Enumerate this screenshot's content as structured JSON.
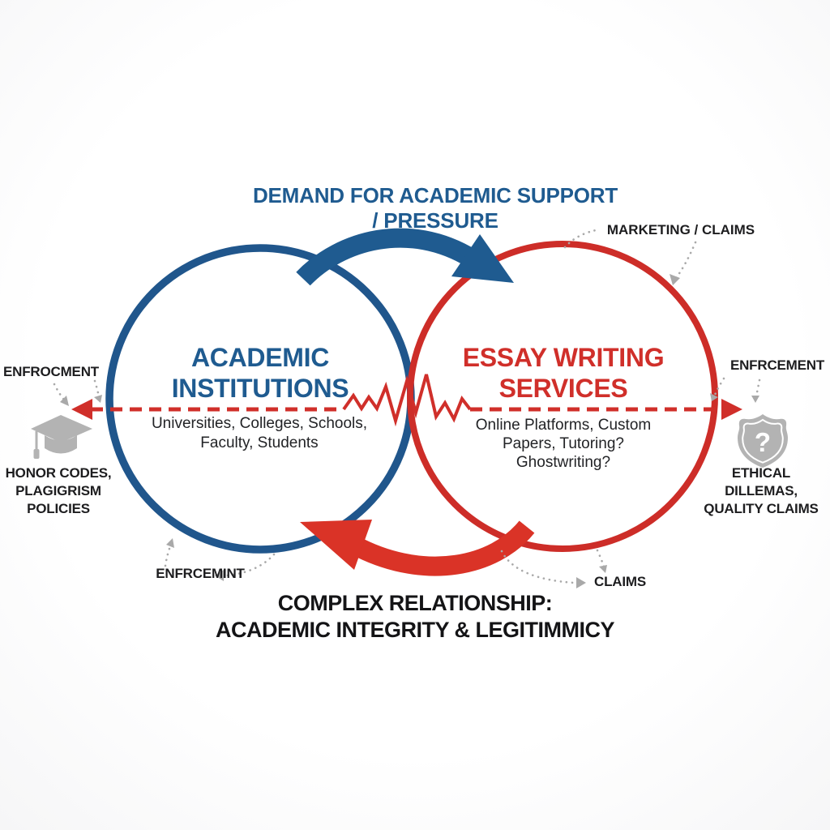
{
  "title_top": {
    "line1": "DEMAND FOR ACADEMIC SUPPORT",
    "line2": "/ PRESSURE"
  },
  "labels": {
    "marketing": "MARKETING / CLAIMS",
    "enforcement_left": "ENFROCMENT",
    "enforcement_right": "ENFRCEMENT",
    "enforcement_bottom": "ENFRCEMINT",
    "claims_bottom": "CLAIMS"
  },
  "left_circle": {
    "title1": "ACADEMIC",
    "title2": "INSTITUTIONS",
    "sub1": "Universities, Colleges, Schools,",
    "sub2": "Faculty, Students"
  },
  "right_circle": {
    "title1": "ESSAY WRITING",
    "title2": "SERVICES",
    "sub1": "Online Platforms, Custom",
    "sub2": "Papers, Tutoring?",
    "sub3": "Ghostwriting?"
  },
  "left_caption": {
    "line1": "HONOR CODES,",
    "line2": "PLAGIGRISM",
    "line3": "POLICIES"
  },
  "right_caption": {
    "line1": "ETHICAL",
    "line2": "DILLEMAS,",
    "line3": "QUALITY CLAIMS"
  },
  "bottom_title": {
    "line1": "COMPLEX RELATIONSHIP:",
    "line2": "ACADEMIC INTEGRITY & LEGITIMMICY"
  },
  "icons": {
    "left_icon": "graduation-cap-icon",
    "right_icon": "shield-question-icon",
    "shield_glyph": "?"
  },
  "colors": {
    "blue": "#1f5b90",
    "red": "#d02f2a",
    "arrow_red": "#da3327",
    "dark_text": "#1d1d1f",
    "gray_icon": "#b3b3b3",
    "gray_connector": "#a9a9a9"
  }
}
